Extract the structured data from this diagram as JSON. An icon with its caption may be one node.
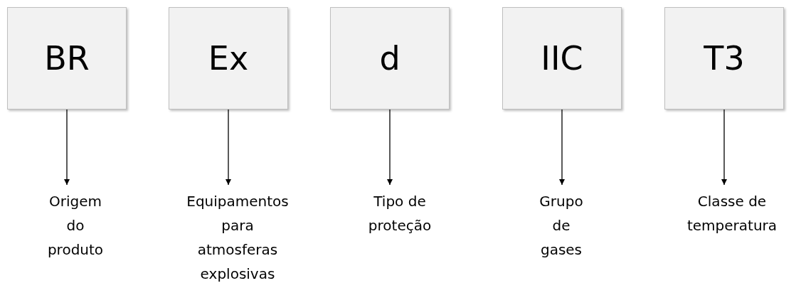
{
  "diagram": {
    "nodes": [
      {
        "text": [
          "BR"
        ]
      },
      {
        "text": [
          "Ex"
        ]
      },
      {
        "text": [
          "d"
        ]
      },
      {
        "text": [
          "IIC"
        ]
      },
      {
        "text": [
          "T3"
        ]
      },
      {
        "text": [
          "Origem do produto"
        ]
      },
      {
        "text": [
          "Equipamentos para atmosferas explosivas"
        ]
      },
      {
        "text": [
          "Tipo de proteção"
        ]
      },
      {
        "text": [
          "Grupo de gases"
        ]
      },
      {
        "text": [
          "Classe de temperatura"
        ]
      }
    ],
    "edges": [
      {
        "from": 0,
        "to": 5,
        "arrow": "to"
      },
      {
        "from": 1,
        "to": 6,
        "arrow": "to"
      },
      {
        "from": 2,
        "to": 7,
        "arrow": "to"
      },
      {
        "from": 3,
        "to": 8,
        "arrow": "to"
      },
      {
        "from": 4,
        "to": 9,
        "arrow": "to"
      }
    ]
  }
}
